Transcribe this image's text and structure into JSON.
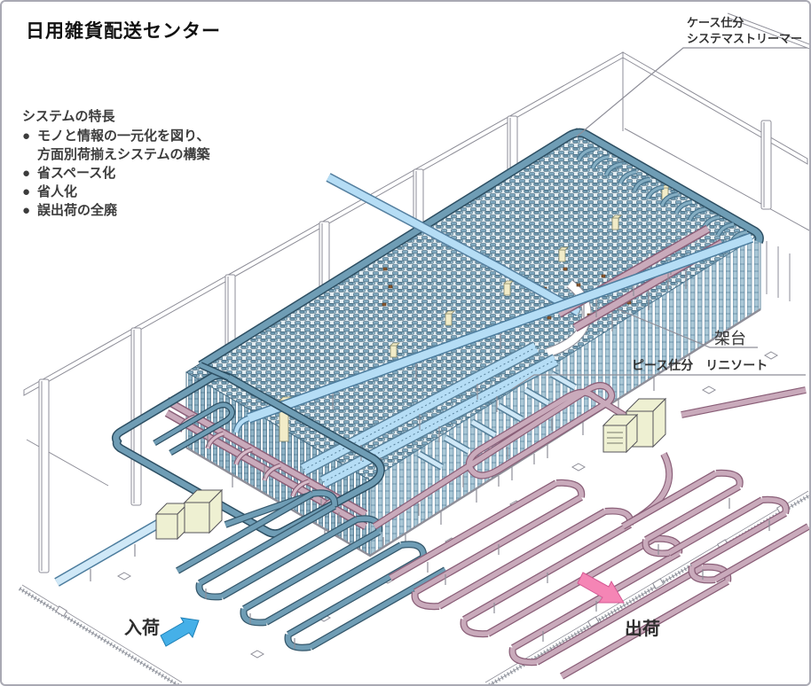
{
  "title": "日用雑貨配送センター",
  "features": {
    "heading": "システムの特長",
    "lines": [
      {
        "bullet": "●",
        "text": "モノと情報の一元化を図り、"
      },
      {
        "bullet": "",
        "text": "方面別荷揃えシステムの構築"
      },
      {
        "bullet": "●",
        "text": "省スペース化"
      },
      {
        "bullet": "●",
        "text": "省人化"
      },
      {
        "bullet": "●",
        "text": "誤出荷の全廃"
      }
    ]
  },
  "callouts": {
    "case_sorter_line1": "ケース仕分",
    "case_sorter_line2": "システマストリーマー",
    "gantry": "架台",
    "piece_sorter": "ピース仕分　リニソート",
    "inbound": "入荷",
    "outbound": "出荷"
  },
  "colors": {
    "conveyor_steel_blue": "#6f9db5",
    "conveyor_pink": "#c9aabb",
    "conveyor_light_blue": "#b5ddf5",
    "rack_blue": "#7fa8bf",
    "machine_cream": "#eef0d2",
    "arrow_inbound_blue": "#45b0e8",
    "arrow_outbound_pink": "#f585b5",
    "outline_gray": "#8e8e98",
    "text_dark": "#2e2e2e"
  }
}
